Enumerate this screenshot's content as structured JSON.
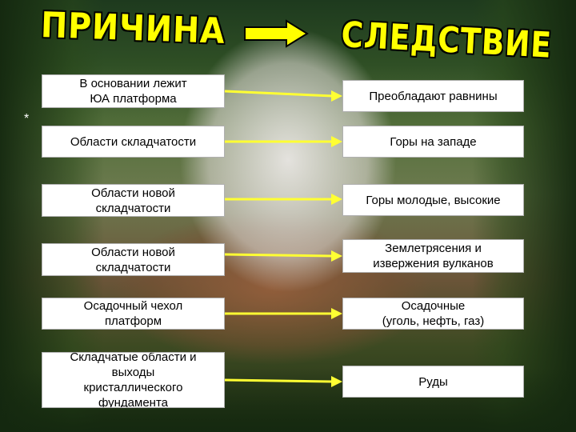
{
  "header": {
    "cause": "ПРИЧИНА",
    "effect": "СЛЕДСТВИЕ"
  },
  "marker": "*",
  "causes": [
    "В основании лежит\nЮА платформа",
    "Области складчатости",
    "Области новой\nскладчатости",
    "Области новой\nскладчатости",
    "Осадочный чехол\nплатформ",
    "Складчатые области и\nвыходы\nкристаллического\nфундамента"
  ],
  "effects": [
    "Преобладают равнины",
    "Горы на западе",
    "Горы молодые, высокие",
    "Землетрясения и\nизвержения вулканов",
    "Осадочные\n(уголь, нефть, газ)",
    "Руды"
  ],
  "colors": {
    "header": "#ffff00",
    "arrow": "#ffff33"
  }
}
